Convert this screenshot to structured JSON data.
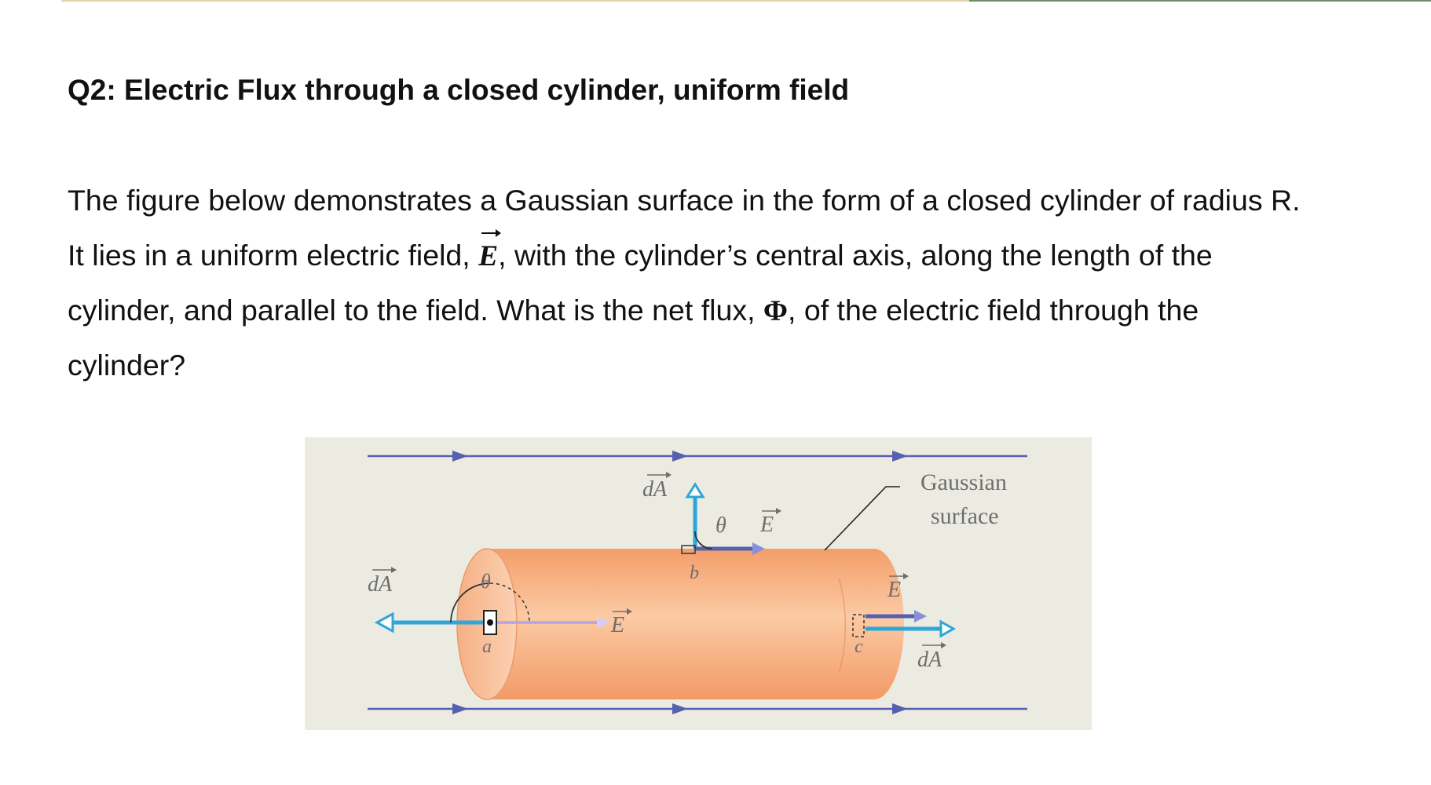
{
  "title": "Q2: Electric Flux through a closed cylinder, uniform field",
  "body": {
    "line1": "The figure below demonstrates a Gaussian surface in the form of a closed cylinder of radius R.",
    "line2_before": "It lies in a uniform electric field, ",
    "field_symbol": "E",
    "line2_after": ", with the cylinder’s central axis, along the length of the",
    "line3_before": "cylinder, and parallel to the field. What is the net flux, ",
    "flux_symbol": "Φ",
    "line3_after": ", of the electric field through the",
    "line4": "cylinder?"
  },
  "figure": {
    "labels": {
      "da_top": "dA",
      "theta_top": "θ",
      "e_top": "E",
      "point_b": "b",
      "da_left": "dA",
      "theta_left": "θ",
      "point_a": "a",
      "e_mid": "E",
      "gaussian_1": "Gaussian",
      "gaussian_2": "surface",
      "e_right": "E",
      "point_c": "c",
      "da_right": "dA"
    },
    "colors": {
      "background": "#ecebe1",
      "cylinder": "#f7b588",
      "field_line": "#5560b0",
      "area_vector": "#2da6d8",
      "label_text": "#6e6e6e"
    }
  }
}
